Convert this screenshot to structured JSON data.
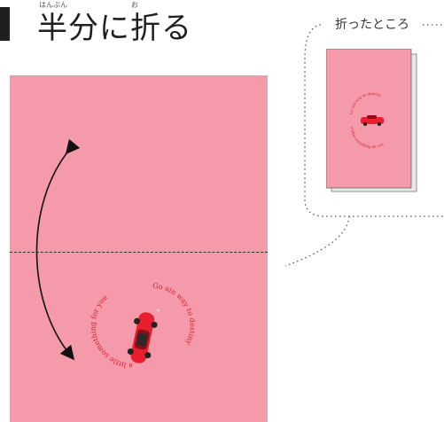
{
  "heading": {
    "title": "半分に折る",
    "ruby_han": "はんぶん",
    "ruby_ori": "お"
  },
  "callout": {
    "label": "折ったところ"
  },
  "card": {
    "arc_top": "Go ain way to destiny",
    "arc_bottom": "a little something for you",
    "background": "#f49aaa",
    "accent": "#e8202e"
  }
}
